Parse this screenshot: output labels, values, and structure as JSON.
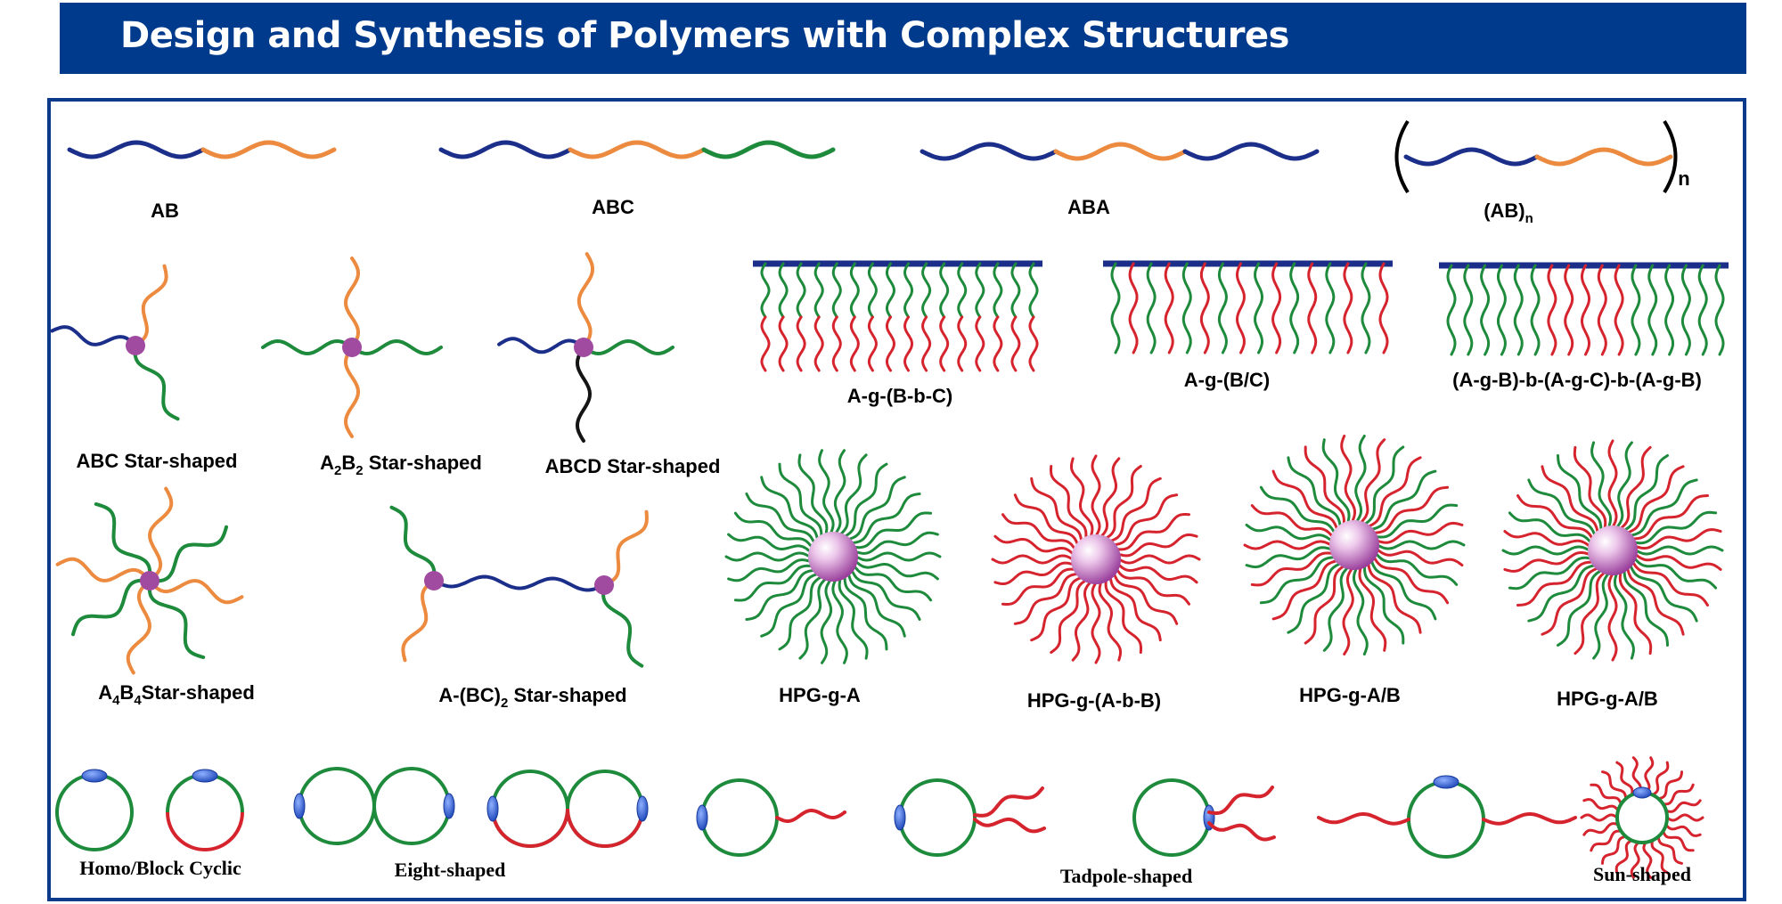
{
  "title": "Design and Synthesis of Polymers with Complex Structures",
  "colors": {
    "header_bg": "#003a8c",
    "block_A": "#1b2f8a",
    "block_B": "#ec8a3f",
    "block_C": "#1e8a3c",
    "block_D": "#141414",
    "red_chain": "#d6242e",
    "green_chain": "#1e8a3c",
    "core": "#a04aa0",
    "ring_marker": "#2a5cc9"
  },
  "labels": {
    "ab": "AB",
    "abc": "ABC",
    "aba": "ABA",
    "abn_main": "(AB)",
    "abn_sub": "n",
    "bracket_n": "n",
    "abc_star": "ABC Star-shaped",
    "a2b2_a": "A",
    "a2b2_2a": "2",
    "a2b2_b": "B",
    "a2b2_2b": "2",
    "a2b2_rest": " Star-shaped",
    "abcd_star": "ABCD Star-shaped",
    "a4b4_a": "A",
    "a4b4_4a": "4",
    "a4b4_b": "B",
    "a4b4_4b": "4",
    "a4b4_rest": "Star-shaped",
    "abc2_pre": "A-(BC)",
    "abc2_sub": "2",
    "abc2_rest": " Star-shaped",
    "g1": "A-g-(B-b-C)",
    "g2": "A-g-(B/C)",
    "g3": "(A-g-B)-b-(A-g-C)-b-(A-g-B)",
    "hpg1": "HPG-g-A",
    "hpg2": "HPG-g-(A-b-B)",
    "hpg3": "HPG-g-A/B",
    "hpg4": "HPG-g-A/B",
    "cyclic": "Homo/Block Cyclic",
    "eight": "Eight-shaped",
    "tadpole": "Tadpole-shaped",
    "sun": "Sun-shaped"
  },
  "icons": [
    "linear-block-copolymer",
    "star-polymer-core",
    "graft-backbone",
    "hyperbranched-core-sphere",
    "cyclic-ring",
    "ring-junction-marker"
  ]
}
